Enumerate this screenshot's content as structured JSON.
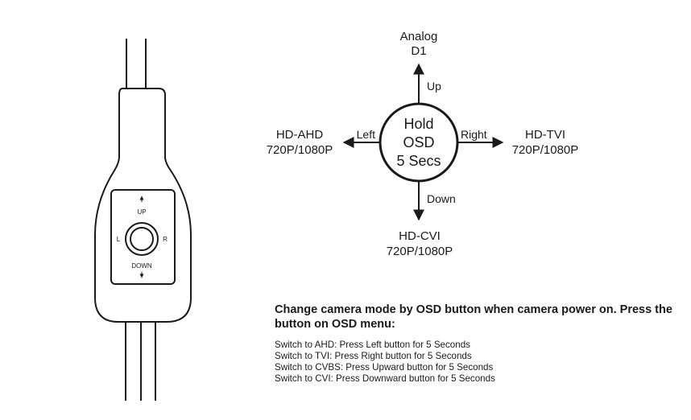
{
  "device": {
    "up_label": "UP",
    "down_label": "DOWN",
    "left_label": "L",
    "right_label": "R"
  },
  "osd_diagram": {
    "center_lines": [
      "Hold",
      "OSD",
      "5 Secs"
    ],
    "directions": {
      "up": {
        "label": "Up",
        "mode_lines": [
          "Analog",
          "D1"
        ]
      },
      "left": {
        "label": "Left",
        "mode_lines": [
          "HD-AHD",
          "720P/1080P"
        ]
      },
      "right": {
        "label": "Right",
        "mode_lines": [
          "HD-TVI",
          "720P/1080P"
        ]
      },
      "down": {
        "label": "Down",
        "mode_lines": [
          "HD-CVI",
          "720P/1080P"
        ]
      }
    }
  },
  "instructions": {
    "heading": "Change camera mode by OSD button when camera power on. Press the button on OSD menu:",
    "lines": [
      "Switch to AHD: Press Left button for 5 Seconds",
      "Switch to TVI: Press Right button for 5 Seconds",
      "Switch to CVBS: Press Upward button for 5 Seconds",
      "Switch to CVI: Press Downward button for 5 Seconds"
    ]
  }
}
